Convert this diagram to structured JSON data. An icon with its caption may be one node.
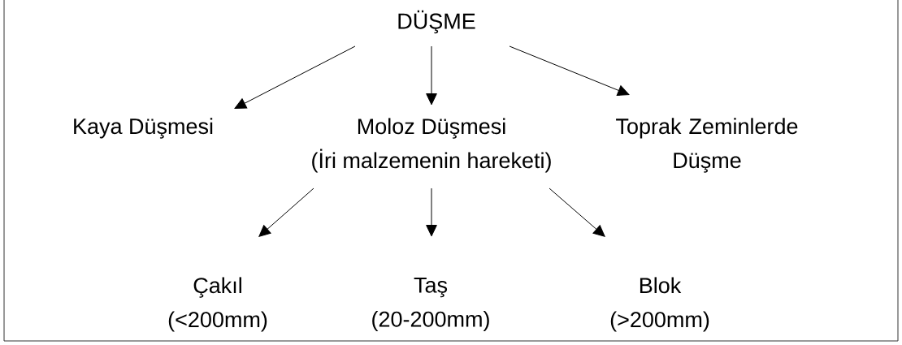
{
  "diagram": {
    "nodes": [
      {
        "text": [
          "DÜŞME"
        ]
      },
      {
        "text": [
          "Kaya Düşmesi"
        ]
      },
      {
        "text": [
          "Moloz Düşmesi",
          "(İri malzemenin hareketi)"
        ]
      },
      {
        "text": [
          "Toprak Zeminlerde Düşme"
        ]
      },
      {
        "text": [
          "Çakıl",
          "(<200mm)"
        ]
      },
      {
        "text": [
          "Taş",
          "(20-200mm)"
        ]
      },
      {
        "text": [
          "Blok",
          "(>200mm)"
        ]
      }
    ],
    "edges": [
      {
        "from": 0,
        "to": 1,
        "arrow": "to"
      },
      {
        "from": 0,
        "to": 2,
        "arrow": "to"
      },
      {
        "from": 0,
        "to": 3,
        "arrow": "to"
      },
      {
        "from": 2,
        "to": 4,
        "arrow": "to"
      },
      {
        "from": 2,
        "to": 5,
        "arrow": "to"
      },
      {
        "from": 2,
        "to": 6,
        "arrow": "to"
      }
    ]
  }
}
